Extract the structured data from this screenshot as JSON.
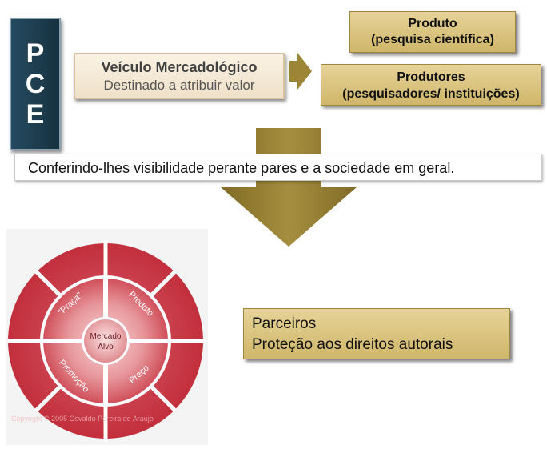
{
  "pce": {
    "letters": [
      "P",
      "C",
      "E"
    ]
  },
  "veiculo": {
    "title": "Veículo Mercadológico",
    "subtitle": "Destinado a atribuir valor"
  },
  "produto": {
    "line1": "Produto",
    "line2": "(pesquisa científica)"
  },
  "produtores": {
    "line1": "Produtores",
    "line2": "(pesquisadores/ instituições)"
  },
  "visibilidade": "Conferindo-lhes visibilidade perante pares e a sociedade em geral.",
  "wheel": {
    "center": [
      "Mercado",
      "Alvo"
    ],
    "segments": [
      "\"Praça\"",
      "Produto",
      "Promoção",
      "Preço"
    ],
    "copyright": "Copyright © 2005 Osvaldo Pereira de Araujo"
  },
  "parceiros": {
    "line1": "Parceiros",
    "line2": "Proteção aos direitos autorais"
  },
  "colors": {
    "pce_bg": "#1d3c4d",
    "gold": "#d8c27d",
    "arrow": "#9c8537",
    "wheel_red": "#c9313f"
  }
}
